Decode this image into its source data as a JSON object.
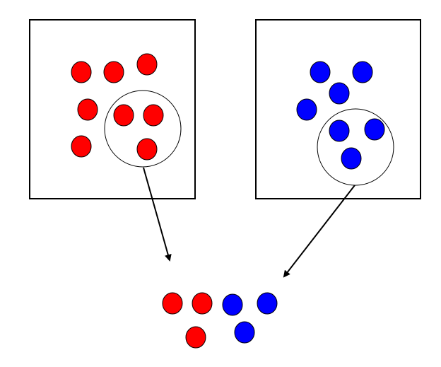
{
  "colors": {
    "red_dot": "#ff0000",
    "blue_dot": "#0000ff",
    "outline": "#000000",
    "background": "#ffffff"
  },
  "diagram": {
    "left_population": {
      "total_dots": 8,
      "sampled_dots": 3,
      "dot_color": "red"
    },
    "right_population": {
      "total_dots": 7,
      "sampled_dots": 3,
      "dot_color": "blue"
    },
    "combined_sample": {
      "red_dots": 3,
      "blue_dots": 3
    }
  }
}
